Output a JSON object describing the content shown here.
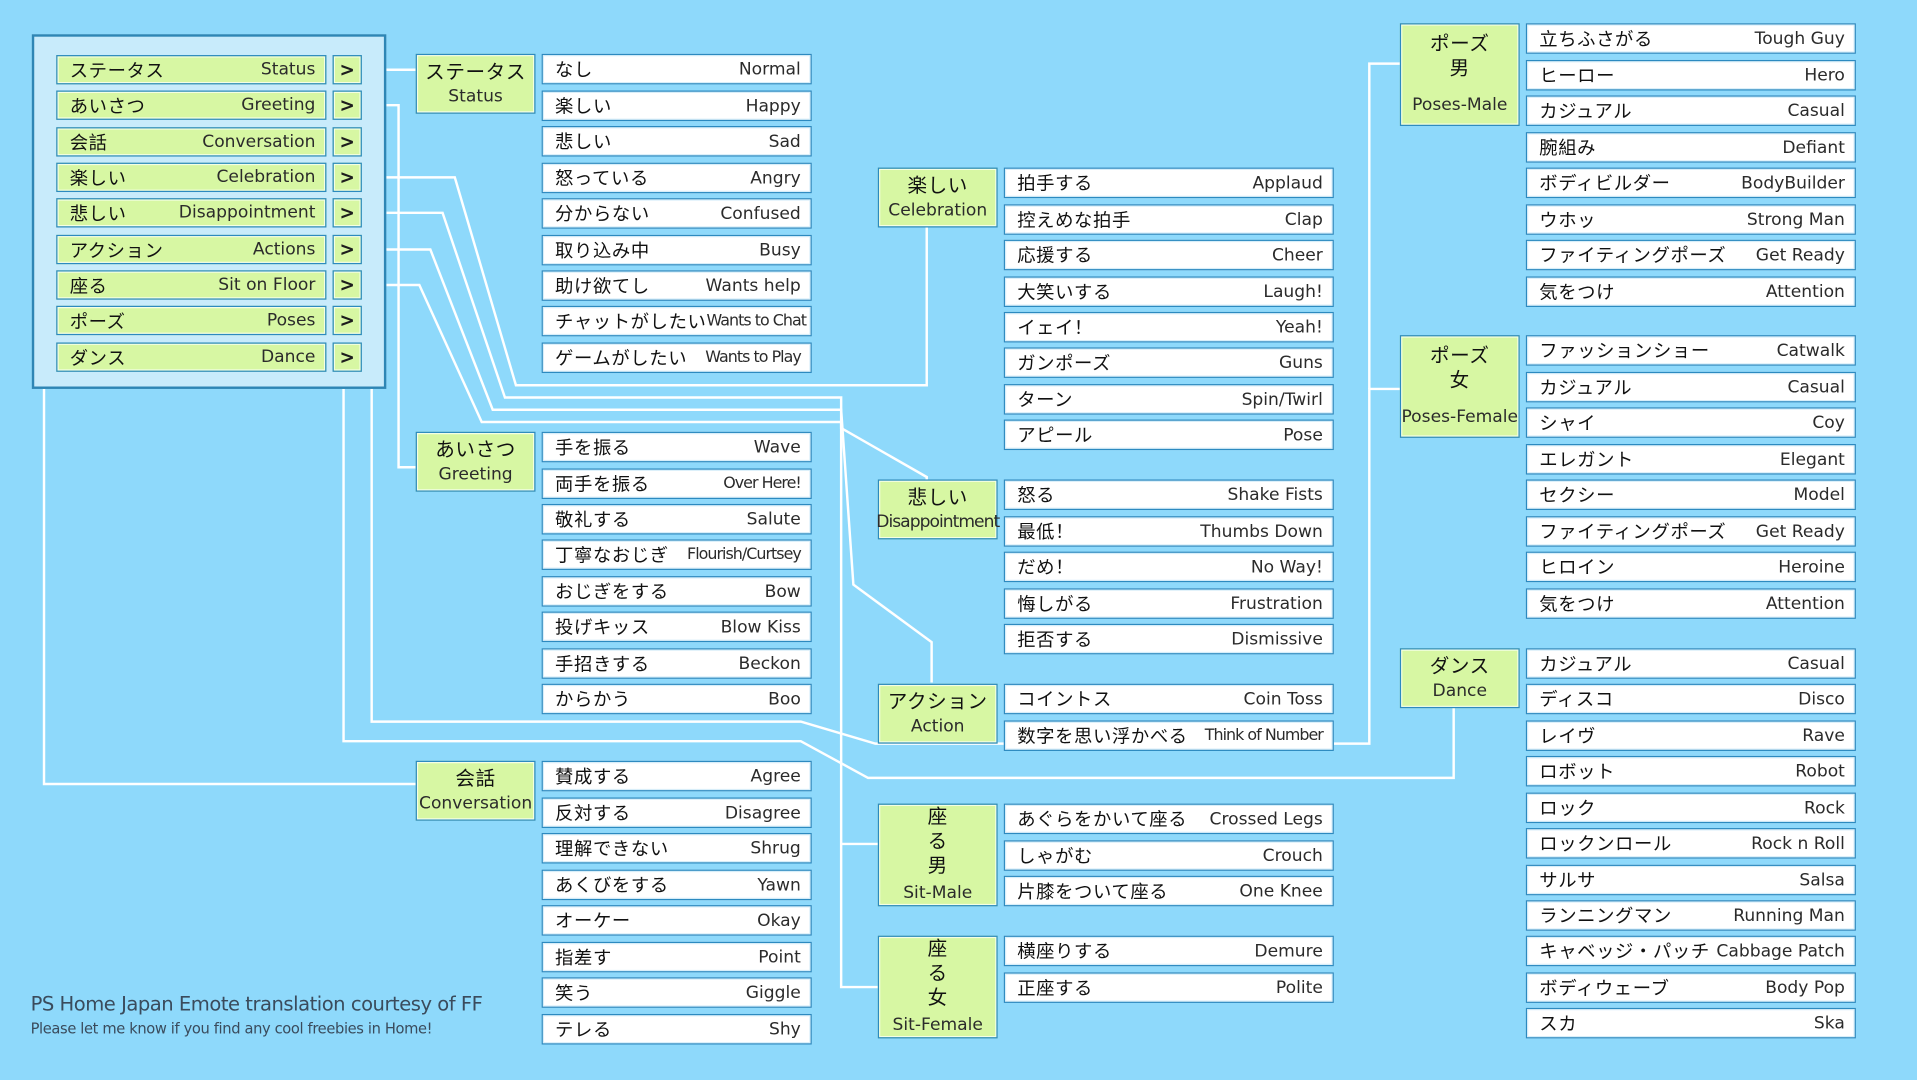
{
  "main_menu": {
    "items": [
      {
        "jp": "ステータス",
        "en": "Status",
        "arrow": ">"
      },
      {
        "jp": "あいさつ",
        "en": "Greeting",
        "arrow": ">"
      },
      {
        "jp": "会話",
        "en": "Conversation",
        "arrow": ">"
      },
      {
        "jp": "楽しい",
        "en": "Celebration",
        "arrow": ">"
      },
      {
        "jp": "悲しい",
        "en": "Disappointment",
        "arrow": ">"
      },
      {
        "jp": "アクション",
        "en": "Actions",
        "arrow": ">"
      },
      {
        "jp": "座る",
        "en": "Sit on Floor",
        "arrow": ">"
      },
      {
        "jp": "ポーズ",
        "en": "Poses",
        "arrow": ">"
      },
      {
        "jp": "ダンス",
        "en": "Dance",
        "arrow": ">"
      }
    ]
  },
  "categories": [
    {
      "jp": "ステータス",
      "en": "Status",
      "items": [
        {
          "jp": "なし",
          "en": "Normal"
        },
        {
          "jp": "楽しい",
          "en": "Happy"
        },
        {
          "jp": "悲しい",
          "en": "Sad"
        },
        {
          "jp": "怒っている",
          "en": "Angry"
        },
        {
          "jp": "分からない",
          "en": "Confused"
        },
        {
          "jp": "取り込み中",
          "en": "Busy"
        },
        {
          "jp": "助け欲てし",
          "en": "Wants help"
        },
        {
          "jp": "チャットがしたい",
          "en": "Wants to Chat"
        },
        {
          "jp": "ゲームがしたい",
          "en": "Wants to Play"
        }
      ]
    },
    {
      "jp": "あいさつ",
      "en": "Greeting",
      "items": [
        {
          "jp": "手を振る",
          "en": "Wave"
        },
        {
          "jp": "両手を振る",
          "en": "Over Here!"
        },
        {
          "jp": "敬礼する",
          "en": "Salute"
        },
        {
          "jp": "丁寧なおじぎ",
          "en": "Flourish/Curtsey"
        },
        {
          "jp": "おじぎをする",
          "en": "Bow"
        },
        {
          "jp": "投げキッス",
          "en": "Blow Kiss"
        },
        {
          "jp": "手招きする",
          "en": "Beckon"
        },
        {
          "jp": "からかう",
          "en": "Boo"
        }
      ]
    },
    {
      "jp": "会話",
      "en": "Conversation",
      "items": [
        {
          "jp": "賛成する",
          "en": "Agree"
        },
        {
          "jp": "反対する",
          "en": "Disagree"
        },
        {
          "jp": "理解できない",
          "en": "Shrug"
        },
        {
          "jp": "あくびをする",
          "en": "Yawn"
        },
        {
          "jp": "オーケー",
          "en": "Okay"
        },
        {
          "jp": "指差す",
          "en": "Point"
        },
        {
          "jp": "笑う",
          "en": "Giggle"
        },
        {
          "jp": "テレる",
          "en": "Shy"
        }
      ]
    },
    {
      "jp": "楽しい",
      "en": "Celebration",
      "items": [
        {
          "jp": "拍手する",
          "en": "Applaud"
        },
        {
          "jp": "控えめな拍手",
          "en": "Clap"
        },
        {
          "jp": "応援する",
          "en": "Cheer"
        },
        {
          "jp": "大笑いする",
          "en": "Laugh!"
        },
        {
          "jp": "イェイ！",
          "en": "Yeah!"
        },
        {
          "jp": "ガンポーズ",
          "en": "Guns"
        },
        {
          "jp": "ターン",
          "en": "Spin/Twirl"
        },
        {
          "jp": "アピール",
          "en": "Pose"
        }
      ]
    },
    {
      "jp": "悲しい",
      "en": "Disappointment",
      "items": [
        {
          "jp": "怒る",
          "en": "Shake Fists"
        },
        {
          "jp": "最低！",
          "en": "Thumbs Down"
        },
        {
          "jp": "だめ！",
          "en": "No Way!"
        },
        {
          "jp": "悔しがる",
          "en": "Frustration"
        },
        {
          "jp": "拒否する",
          "en": "Dismissive"
        }
      ]
    },
    {
      "jp": "アクション",
      "en": "Action",
      "items": [
        {
          "jp": "コイントス",
          "en": "Coin Toss"
        },
        {
          "jp": "数字を思い浮かべる",
          "en": "Think of Number"
        }
      ]
    },
    {
      "jp": "座る 男",
      "en": "Sit-Male",
      "items": [
        {
          "jp": "あぐらをかいて座る",
          "en": "Crossed Legs"
        },
        {
          "jp": "しゃがむ",
          "en": "Crouch"
        },
        {
          "jp": "片膝をついて座る",
          "en": "One Knee"
        }
      ]
    },
    {
      "jp": "座る 女",
      "en": "Sit-Female",
      "items": [
        {
          "jp": "横座りする",
          "en": "Demure"
        },
        {
          "jp": "正座する",
          "en": "Polite"
        }
      ]
    },
    {
      "jp": "ポーズ 男",
      "en": "Poses-Male",
      "items": [
        {
          "jp": "立ちふさがる",
          "en": "Tough Guy"
        },
        {
          "jp": "ヒーロー",
          "en": "Hero"
        },
        {
          "jp": "カジュアル",
          "en": "Casual"
        },
        {
          "jp": "腕組み",
          "en": "Defiant"
        },
        {
          "jp": "ボディビルダー",
          "en": "BodyBuilder"
        },
        {
          "jp": "ウホッ",
          "en": "Strong Man"
        },
        {
          "jp": "ファイティングポーズ",
          "en": "Get Ready"
        },
        {
          "jp": "気をつけ",
          "en": "Attention"
        }
      ]
    },
    {
      "jp": "ポーズ 女",
      "en": "Poses-Female",
      "items": [
        {
          "jp": "ファッションショー",
          "en": "Catwalk"
        },
        {
          "jp": "カジュアル",
          "en": "Casual"
        },
        {
          "jp": "シャイ",
          "en": "Coy"
        },
        {
          "jp": "エレガント",
          "en": "Elegant"
        },
        {
          "jp": "セクシー",
          "en": "Model"
        },
        {
          "jp": "ファイティングポーズ",
          "en": "Get Ready"
        },
        {
          "jp": "ヒロイン",
          "en": "Heroine"
        },
        {
          "jp": "気をつけ",
          "en": "Attention"
        }
      ]
    },
    {
      "jp": "ダンス",
      "en": "Dance",
      "items": [
        {
          "jp": "カジュアル",
          "en": "Casual"
        },
        {
          "jp": "ディスコ",
          "en": "Disco"
        },
        {
          "jp": "レイヴ",
          "en": "Rave"
        },
        {
          "jp": "ロボット",
          "en": "Robot"
        },
        {
          "jp": "ロック",
          "en": "Rock"
        },
        {
          "jp": "ロックンロール",
          "en": "Rock n Roll"
        },
        {
          "jp": "サルサ",
          "en": "Salsa"
        },
        {
          "jp": "ランニングマン",
          "en": "Running Man"
        },
        {
          "jp": "キャベッジ・パッチ",
          "en": "Cabbage Patch"
        },
        {
          "jp": "ボディウェーブ",
          "en": "Body Pop"
        },
        {
          "jp": "スカ",
          "en": "Ska"
        }
      ]
    }
  ],
  "footer": {
    "credit": "PS Home Japan Emote  translation courtesy of  FF",
    "note": "Please let me know if you find any cool freebies in Home!"
  },
  "colors": {
    "background": "#8ed9fb",
    "category_fill": "#d7f7a3",
    "item_fill": "#ffffff",
    "border": "#2c8ac0",
    "connector": "#ffffff"
  }
}
